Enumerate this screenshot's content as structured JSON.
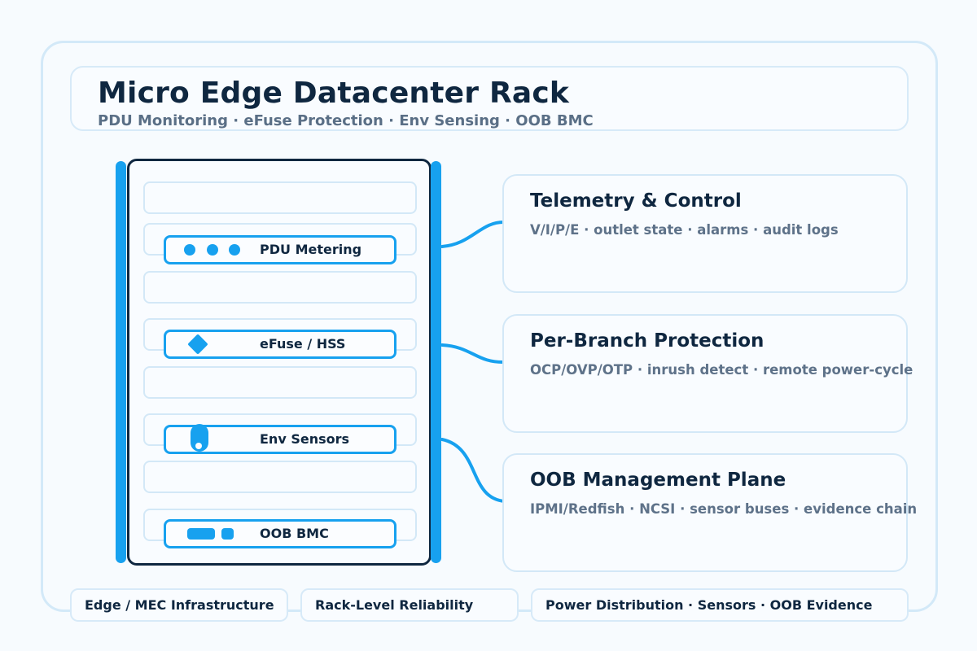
{
  "header": {
    "title": "Micro Edge Datacenter Rack",
    "subtitle": "PDU Monitoring · eFuse Protection · Env Sensing · OOB BMC"
  },
  "rack": {
    "modules": [
      {
        "label": "PDU Metering",
        "icon": "three-dots-icon"
      },
      {
        "label": "eFuse / HSS",
        "icon": "diamond-icon"
      },
      {
        "label": "Env Sensors",
        "icon": "sensor-probe-icon"
      },
      {
        "label": "OOB BMC",
        "icon": "port-bar-icon"
      }
    ]
  },
  "cards": [
    {
      "title": "Telemetry & Control",
      "desc": "V/I/P/E · outlet state · alarms · audit logs"
    },
    {
      "title": "Per-Branch Protection",
      "desc": "OCP/OVP/OTP · inrush detect · remote power-cycle"
    },
    {
      "title": "OOB Management Plane",
      "desc": "IPMI/Redfish · NCSI · sensor buses · evidence chain"
    }
  ],
  "tags": [
    "Edge / MEC Infrastructure",
    "Rack-Level Reliability",
    "Power Distribution · Sensors · OOB Evidence"
  ],
  "colors": {
    "accent": "#17a1ef",
    "ink": "#0f2740",
    "muted": "#5e7289",
    "border": "#d3e8f7"
  }
}
